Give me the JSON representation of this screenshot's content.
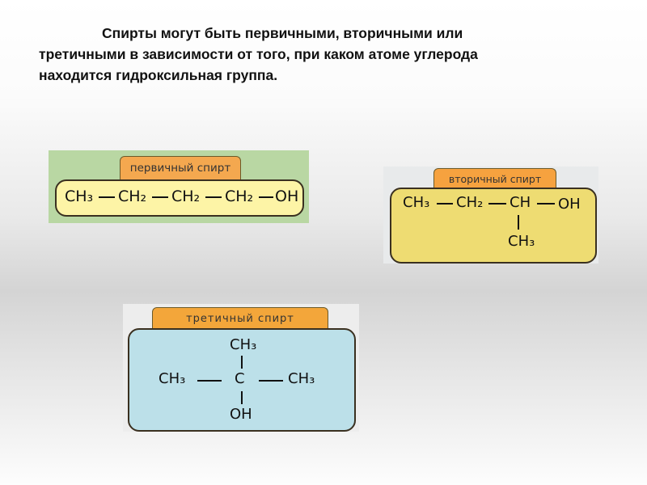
{
  "intro": {
    "line1": "Спирты могут быть первичными, вторичными или",
    "line2": "третичными в зависимости от того, при каком атоме углерода",
    "line3": "находится гидроксильная группа."
  },
  "primary": {
    "label": "первичный спирт",
    "groups": [
      "CH₃",
      "CH₂",
      "CH₂",
      "CH₂",
      "OH"
    ]
  },
  "secondary": {
    "label": "вторичный спирт",
    "groups": [
      "CH₃",
      "CH₂",
      "CH",
      "OH"
    ],
    "branch": "CH₃"
  },
  "tertiary": {
    "label": "третичный спирт",
    "top": "CH₃",
    "left": "CH₃",
    "center": "C",
    "right": "CH₃",
    "bottom": "OH"
  }
}
